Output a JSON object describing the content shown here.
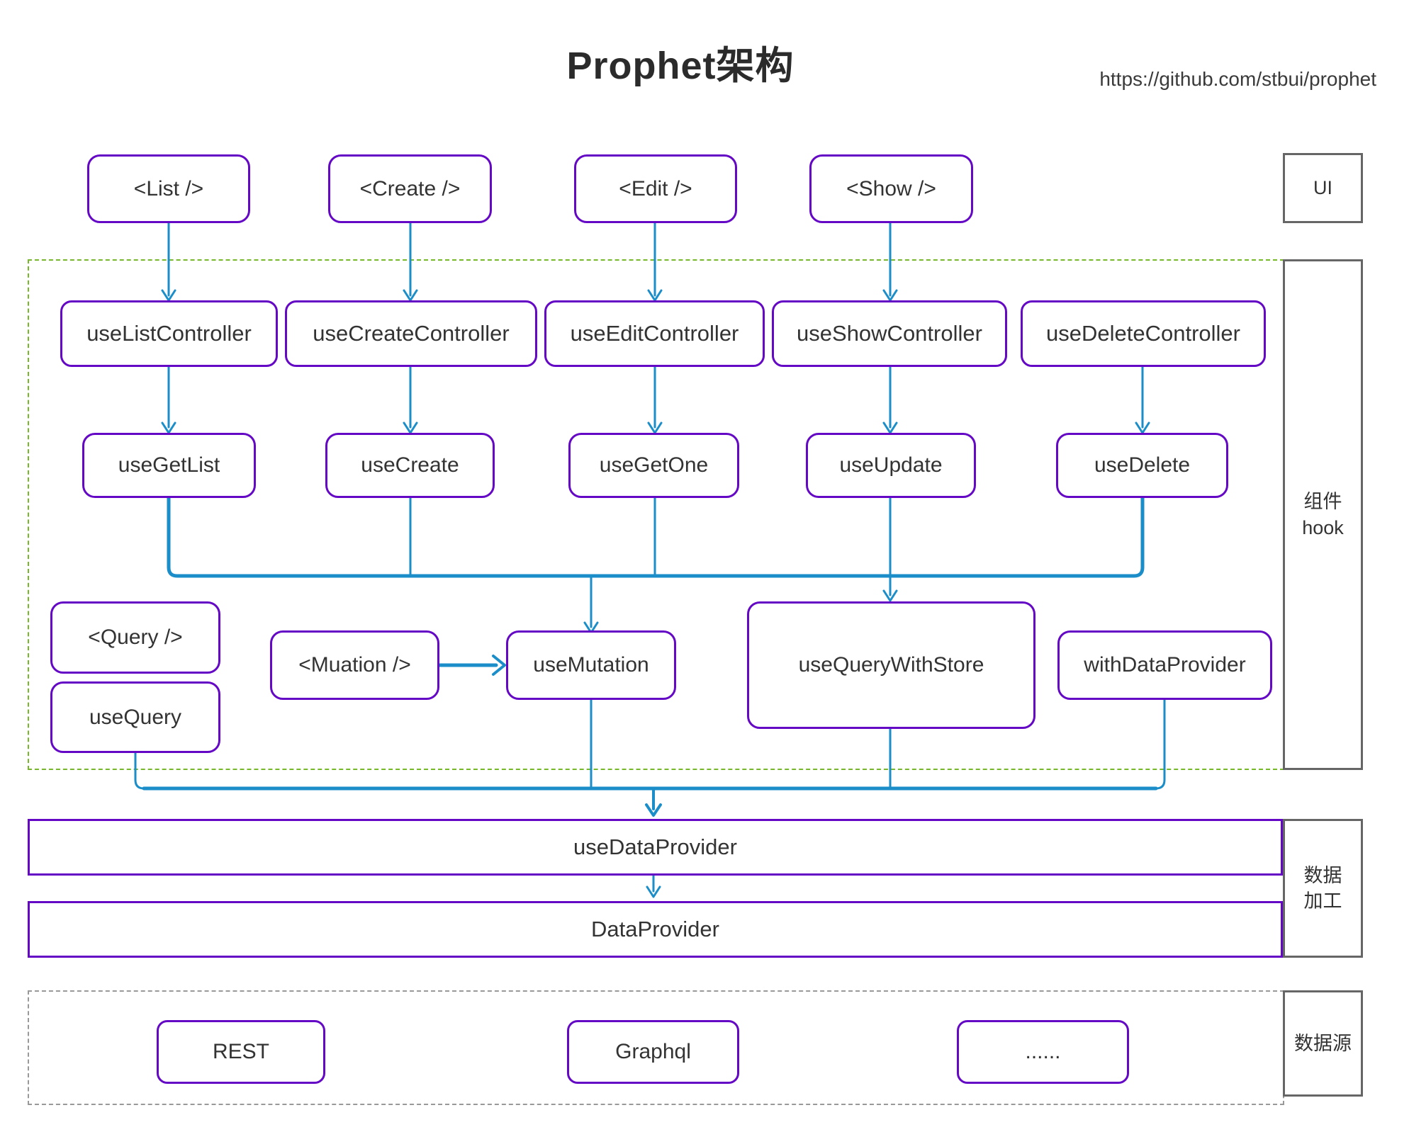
{
  "title": "Prophet架构",
  "link": "https://github.com/stbui/prophet",
  "colors": {
    "node_border": "#6408c6",
    "arrow": "#1b8ec9",
    "hook_group_border": "#76b82a",
    "side_box_border": "#666666",
    "datasource_group_border": "#999999",
    "text": "#333333"
  },
  "ui_layer": {
    "side_label": "UI",
    "components": [
      "<List />",
      "<Create />",
      "<Edit />",
      "<Show />"
    ]
  },
  "hook_layer": {
    "side_label_line1": "组件",
    "side_label_line2": "hook",
    "controllers": [
      "useListController",
      "useCreateController",
      "useEditController",
      "useShowController",
      "useDeleteController"
    ],
    "hooks": [
      "useGetList",
      "useCreate",
      "useGetOne",
      "useUpdate",
      "useDelete"
    ],
    "query_component": "<Query />",
    "query_hook": "useQuery",
    "mutation_component": "<Muation />",
    "mutation_hook": "useMutation",
    "store_hook": "useQueryWithStore",
    "hoc": "withDataProvider"
  },
  "data_layer": {
    "side_label_line1": "数据",
    "side_label_line2": "加工",
    "bars": [
      "useDataProvider",
      "DataProvider"
    ]
  },
  "datasource_layer": {
    "side_label": "数据源",
    "items": [
      "REST",
      "Graphql",
      "......"
    ]
  }
}
